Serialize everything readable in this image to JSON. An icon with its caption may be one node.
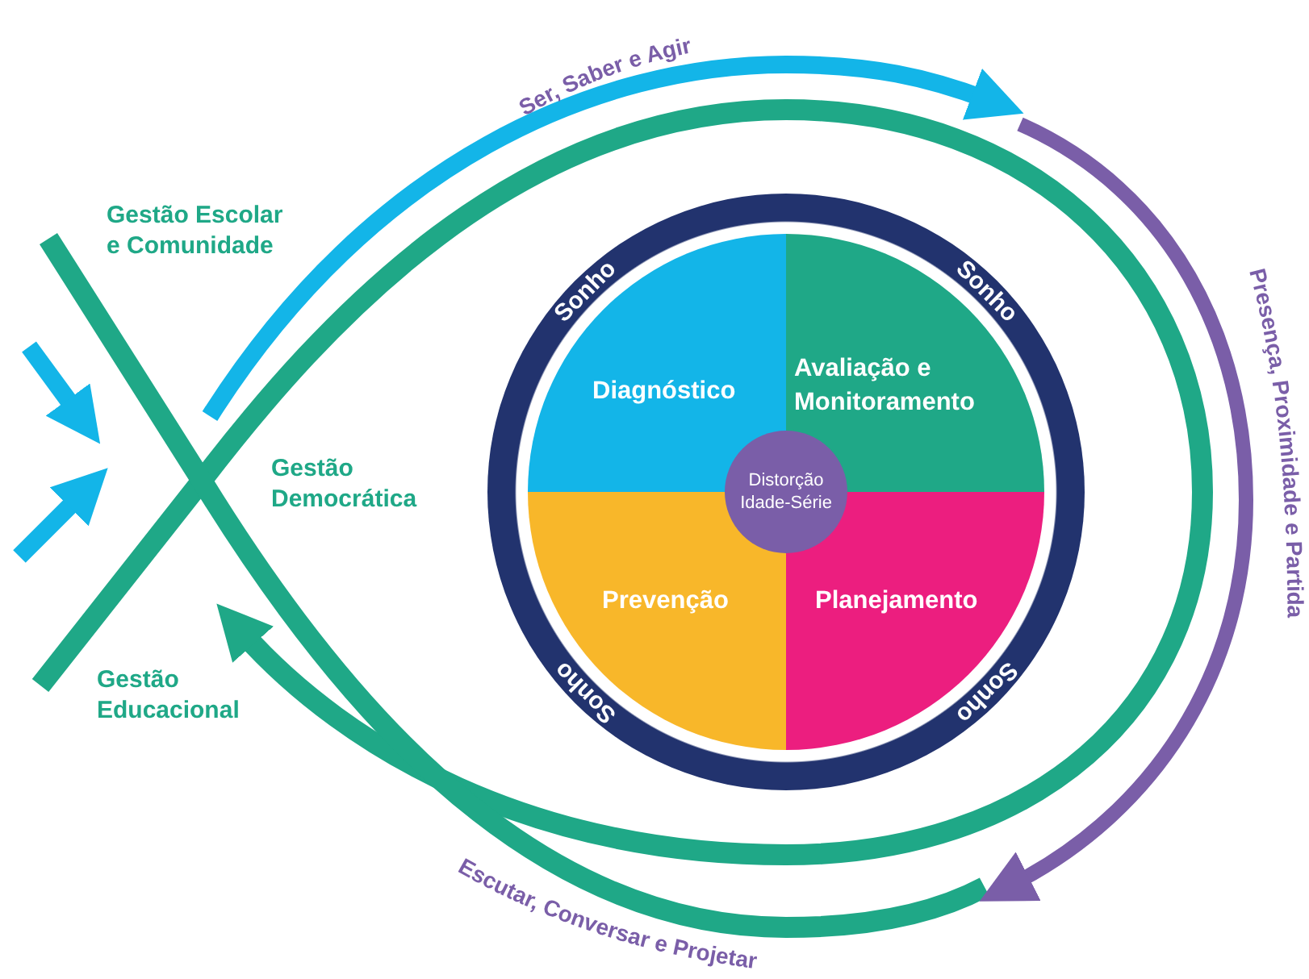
{
  "diagram": {
    "nodes": [
      {
        "text": [
          "Sonho",
          "Sonho",
          "Sonho",
          "Sonho"
        ]
      },
      {
        "text": [
          "Diagnóstico"
        ],
        "in": 0
      },
      {
        "text": [
          "Avaliação e Monitoramento"
        ],
        "in": 0
      },
      {
        "text": [
          "Prevenção"
        ],
        "in": 0
      },
      {
        "text": [
          "Planejamento"
        ],
        "in": 0
      },
      {
        "text": [
          "Distorção Idade-Série"
        ],
        "in": 0
      }
    ],
    "labels": [
      "Ser, Saber e Agir",
      "Gestão Escolar e Comunidade",
      "Presença, Proximidade e Partida",
      "Gestão Democrática",
      "Gestão Educacional",
      "Escutar, Conversar e Projetar"
    ]
  }
}
